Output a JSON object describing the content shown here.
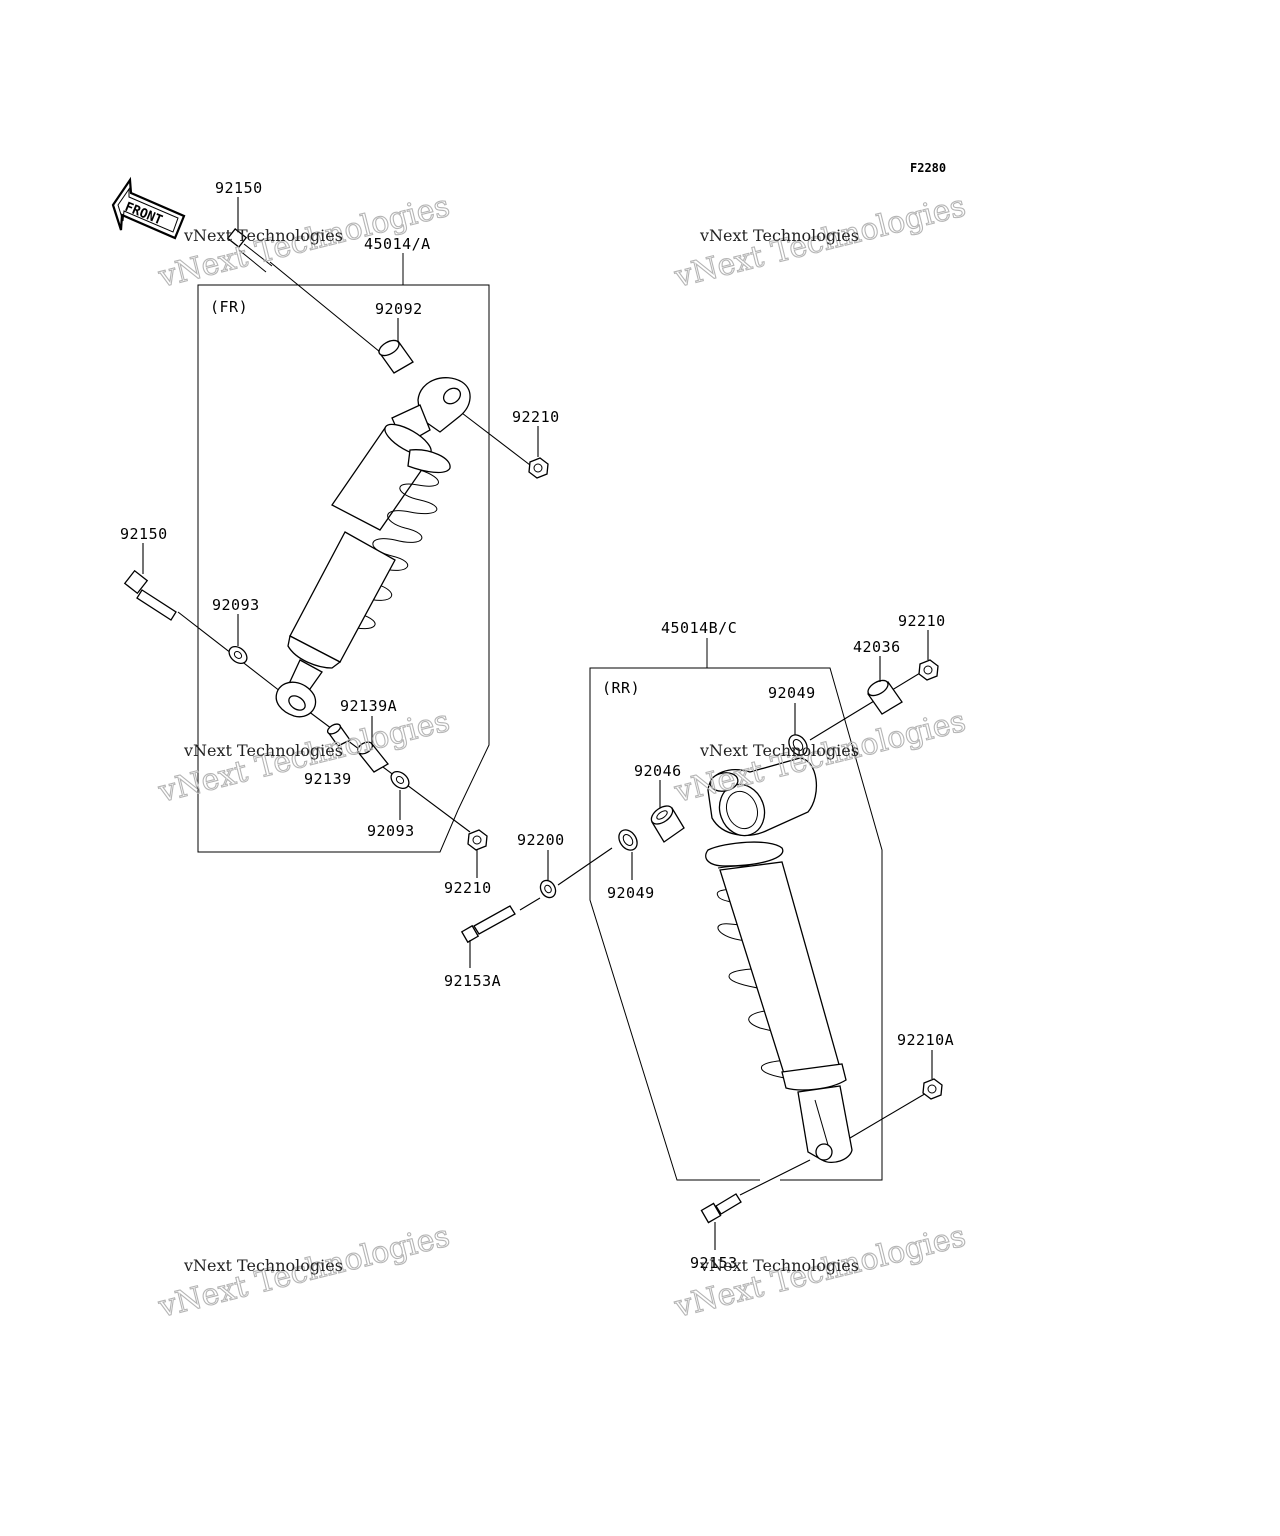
{
  "diagram_code": "F2280",
  "front_label": "FRONT",
  "groups": {
    "front": {
      "tag": "(FR)",
      "assembly": "45014/A"
    },
    "rear": {
      "tag": "(RR)",
      "assembly": "45014B/C"
    }
  },
  "part_numbers": {
    "p92150_top": "92150",
    "p92092": "92092",
    "p92210_front_top": "92210",
    "p92150_left": "92150",
    "p92093_upper": "92093",
    "p92139A": "92139A",
    "p92139": "92139",
    "p92093_lower": "92093",
    "p92210_front_bottom": "92210",
    "p92200": "92200",
    "p92153A": "92153A",
    "p92046": "92046",
    "p92049_top": "92049",
    "p92049_bottom": "92049",
    "p42036": "42036",
    "p92210_rear_top": "92210",
    "p92210A": "92210A",
    "p92153": "92153"
  },
  "watermark": {
    "line1": "vNext Technologies",
    "line2": "vNext Technologies"
  }
}
